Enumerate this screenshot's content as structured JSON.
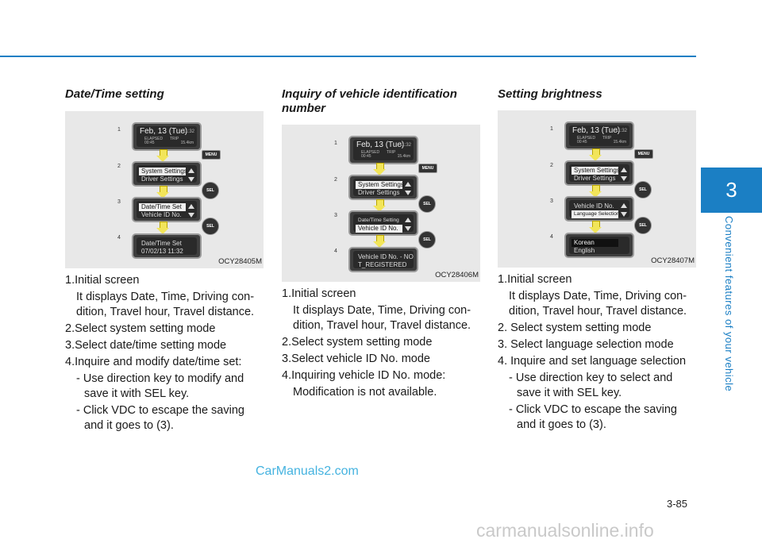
{
  "chapter_tab": "3",
  "chapter_title": "Convenient features of your vehicle",
  "page_number": "3-85",
  "watermark_site": "CarManuals2.com",
  "watermark_bottom": "carmanualsonline.info",
  "sections": [
    {
      "title": "Date/Time setting",
      "figure_code": "OCY28405M",
      "diagram": {
        "step_numbers": [
          "1",
          "2",
          "3",
          "4"
        ],
        "screen1_date": "Feb, 13 (Tue)",
        "screen1_time": "11:32",
        "screen1_elapsed_label": "ELAPSED",
        "screen1_elapsed_value": "00:45",
        "screen1_trip_label": "TRIP",
        "screen1_trip_value": "15.4km",
        "menu_label": "MENU",
        "sel_label": "SEL",
        "screen2_line1": "System Settings",
        "screen2_line2": "Driver Settings",
        "screen3_line1": "Date/Time Set",
        "screen3_line2": "Vehicle ID No.",
        "screen4_line1": "Date/Time Set",
        "screen4_line2": "07/02/13 11:32"
      },
      "steps": {
        "s1": "1.Initial screen",
        "s1_sub": "It displays Date, Time, Driving con-dition, Travel hour, Travel distance.",
        "s2": "2.Select system setting mode",
        "s3": "3.Select date/time setting mode",
        "s4": "4.Inquire and modify date/time set:",
        "s4_d1": "- Use direction key to modify and save it with SEL key.",
        "s4_d2": "- Click VDC to escape the saving and it goes to (3)."
      }
    },
    {
      "title": "Inquiry of vehicle identification number",
      "figure_code": "OCY28406M",
      "diagram": {
        "step_numbers": [
          "1",
          "2",
          "3",
          "4"
        ],
        "screen1_date": "Feb, 13 (Tue)",
        "screen1_time": "11:32",
        "screen1_elapsed_label": "ELAPSED",
        "screen1_elapsed_value": "00:45",
        "screen1_trip_label": "TRIP",
        "screen1_trip_value": "15.4km",
        "menu_label": "MENU",
        "sel_label": "SEL",
        "screen2_line1": "System Settings",
        "screen2_line2": "Driver Settings",
        "screen3_line1": "Date/Time Setting",
        "screen3_line2": "Vehicle ID No.",
        "screen4_line1": "Vehicle ID No. - NO",
        "screen4_line2": "T_REGISTERED"
      },
      "steps": {
        "s1": "1.Initial screen",
        "s1_sub": "It displays Date, Time, Driving con-dition, Travel hour, Travel distance.",
        "s2": "2.Select system setting mode",
        "s3": "3.Select vehicle ID No. mode",
        "s4": "4.Inquiring vehicle ID No. mode:",
        "s4_sub": "Modification is not available."
      }
    },
    {
      "title": "Setting brightness",
      "figure_code": "OCY28407M",
      "diagram": {
        "step_numbers": [
          "1",
          "2",
          "3",
          "4"
        ],
        "screen1_date": "Feb, 13 (Tue)",
        "screen1_time": "11:32",
        "screen1_elapsed_label": "ELAPSED",
        "screen1_elapsed_value": "00:45",
        "screen1_trip_label": "TRIP",
        "screen1_trip_value": "15.4km",
        "menu_label": "MENU",
        "sel_label": "SEL",
        "screen2_line1": "System Settings",
        "screen2_line2": "Driver Settings",
        "screen3_line1": "Vehicle ID No.",
        "screen3_line2": "Language Selection",
        "screen4_line1": "Korean",
        "screen4_line2": "English"
      },
      "steps": {
        "s1": "1.Initial screen",
        "s1_sub": "It displays Date, Time, Driving con-dition, Travel hour, Travel distance.",
        "s2": "2. Select system setting mode",
        "s3": "3. Select language selection mode",
        "s4": "4. Inquire and set language selection",
        "s4_d1": "- Use direction key to select and save it with SEL key.",
        "s4_d2": "- Click VDC to escape the saving and it goes to (3)."
      }
    }
  ]
}
